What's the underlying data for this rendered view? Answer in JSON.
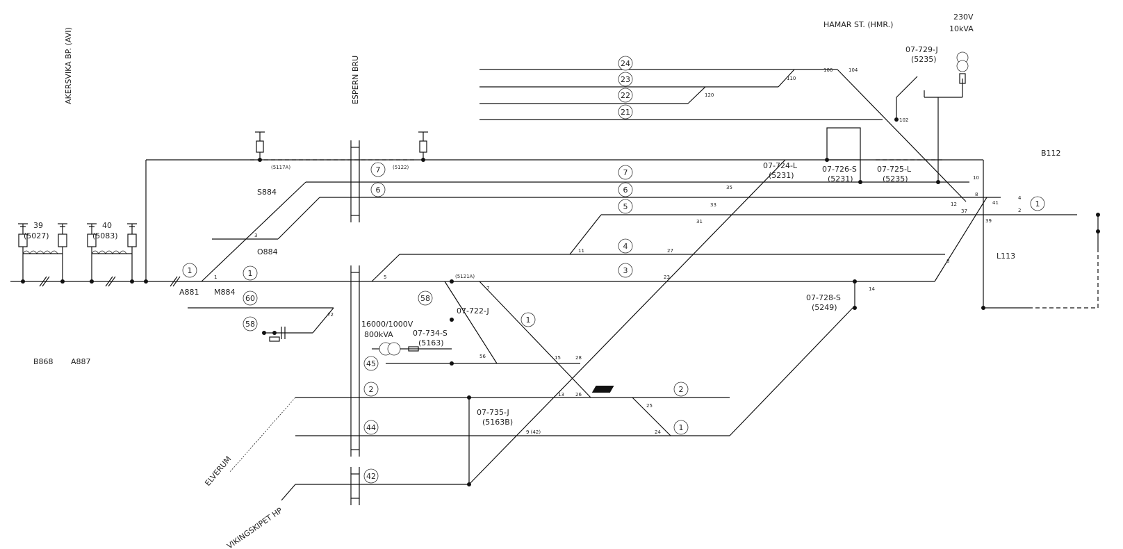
{
  "labels": {
    "hamar": "HAMAR ST. (HMR.)",
    "akersvika": "AKERSVIKA BP. (AVI)",
    "espern": "ESPERN BRU",
    "elverum": "ELVERUM",
    "vikingskipet": "VIKINGSKIPET HP",
    "voltage": "230V",
    "kva": "10kVA",
    "trafo_main": "16000/1000V",
    "trafo_main_kva": "800kVA",
    "feeder_39": "39",
    "feeder_39_id": "(5027)",
    "feeder_40": "40",
    "feeder_40_id": "(5083)"
  },
  "track_numbers": [
    {
      "id": "t24",
      "text": "24"
    },
    {
      "id": "t23",
      "text": "23"
    },
    {
      "id": "t22",
      "text": "22"
    },
    {
      "id": "t21",
      "text": "21"
    },
    {
      "id": "t7a",
      "text": "7"
    },
    {
      "id": "t6a",
      "text": "6"
    },
    {
      "id": "t7b",
      "text": "7"
    },
    {
      "id": "t6b",
      "text": "6"
    },
    {
      "id": "t5",
      "text": "5"
    },
    {
      "id": "t4",
      "text": "4"
    },
    {
      "id": "t3",
      "text": "3"
    },
    {
      "id": "t1a",
      "text": "1"
    },
    {
      "id": "t1b",
      "text": "1"
    },
    {
      "id": "t60",
      "text": "60"
    },
    {
      "id": "t58a",
      "text": "58"
    },
    {
      "id": "t58b",
      "text": "58"
    },
    {
      "id": "t1c",
      "text": "1"
    },
    {
      "id": "t45",
      "text": "45"
    },
    {
      "id": "t2a",
      "text": "2"
    },
    {
      "id": "t2b",
      "text": "2"
    },
    {
      "id": "t44",
      "text": "44"
    },
    {
      "id": "t1d",
      "text": "1"
    },
    {
      "id": "t42",
      "text": "42"
    },
    {
      "id": "t1e",
      "text": "1"
    }
  ],
  "signals": [
    {
      "id": "s884",
      "text": "S884"
    },
    {
      "id": "o884",
      "text": "O884"
    },
    {
      "id": "a881",
      "text": "A881"
    },
    {
      "id": "m884",
      "text": "M884"
    },
    {
      "id": "b868",
      "text": "B868"
    },
    {
      "id": "a887",
      "text": "A887"
    },
    {
      "id": "b112",
      "text": "B112"
    },
    {
      "id": "l113",
      "text": "L113"
    }
  ],
  "switches": [
    {
      "id": "sw729",
      "name": "07-729-J",
      "code": "(5235)"
    },
    {
      "id": "sw724",
      "name": "07-724-L",
      "code": "(5231)"
    },
    {
      "id": "sw726",
      "name": "07-726-S",
      "code": "(5231)"
    },
    {
      "id": "sw725",
      "name": "07-725-L",
      "code": "(5235)"
    },
    {
      "id": "sw722",
      "name": "07-722-J",
      "code": ""
    },
    {
      "id": "sw734",
      "name": "07-734-S",
      "code": "(5163)"
    },
    {
      "id": "sw728",
      "name": "07-728-S",
      "code": "(5249)"
    },
    {
      "id": "sw735",
      "name": "07-735-J",
      "code": "(5163B)"
    }
  ],
  "small_labels": [
    {
      "id": "sl5117",
      "text": "(5117A)"
    },
    {
      "id": "sl5122",
      "text": "(5122)"
    },
    {
      "id": "sl5121",
      "text": "(5121A)"
    },
    {
      "id": "n106",
      "text": "106"
    },
    {
      "id": "n104",
      "text": "104"
    },
    {
      "id": "n110",
      "text": "110"
    },
    {
      "id": "n120",
      "text": "120"
    },
    {
      "id": "n102",
      "text": "102"
    },
    {
      "id": "n10",
      "text": "10"
    },
    {
      "id": "n35",
      "text": "35"
    },
    {
      "id": "n8",
      "text": "8"
    },
    {
      "id": "n41",
      "text": "41"
    },
    {
      "id": "n4",
      "text": "4"
    },
    {
      "id": "n2",
      "text": "2"
    },
    {
      "id": "n33",
      "text": "33"
    },
    {
      "id": "n12",
      "text": "12"
    },
    {
      "id": "n37",
      "text": "37"
    },
    {
      "id": "n31",
      "text": "31"
    },
    {
      "id": "n39",
      "text": "39"
    },
    {
      "id": "n3",
      "text": "3"
    },
    {
      "id": "n11",
      "text": "11"
    },
    {
      "id": "n27",
      "text": "27"
    },
    {
      "id": "n8b",
      "text": "8"
    },
    {
      "id": "n1",
      "text": "1"
    },
    {
      "id": "n5",
      "text": "5"
    },
    {
      "id": "n23",
      "text": "23"
    },
    {
      "id": "n7",
      "text": "7"
    },
    {
      "id": "n14",
      "text": "14"
    },
    {
      "id": "n72",
      "text": "72"
    },
    {
      "id": "n56",
      "text": "56"
    },
    {
      "id": "n15",
      "text": "15"
    },
    {
      "id": "n28",
      "text": "28"
    },
    {
      "id": "n13",
      "text": "13"
    },
    {
      "id": "n26",
      "text": "26"
    },
    {
      "id": "n25",
      "text": "25"
    },
    {
      "id": "n942",
      "text": "9 (42)"
    },
    {
      "id": "n24",
      "text": "24"
    }
  ]
}
